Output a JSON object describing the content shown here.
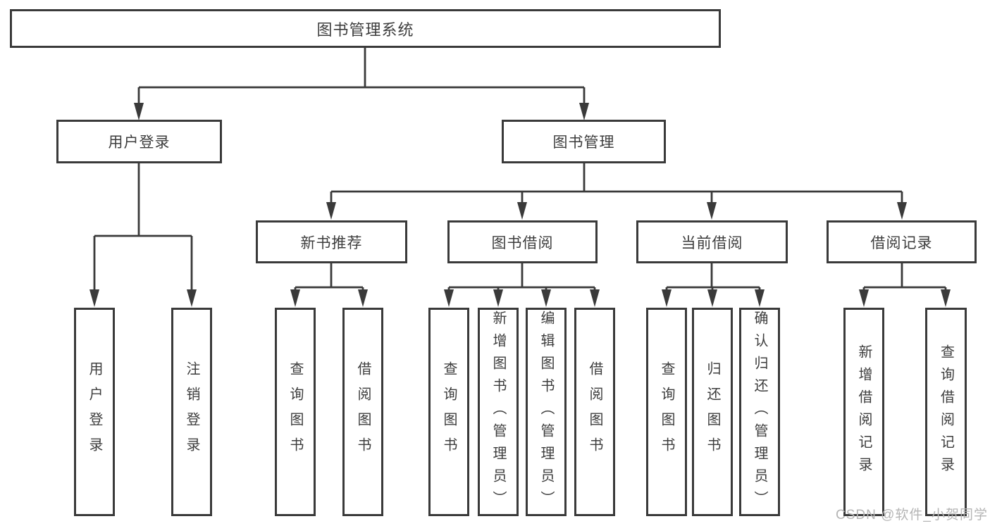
{
  "root": {
    "label": "图书管理系统"
  },
  "branches": {
    "user_login": {
      "label": "用户登录",
      "leaves": [
        "用户登录",
        "注销登录"
      ]
    },
    "book_mgmt": {
      "label": "图书管理"
    }
  },
  "modules": {
    "new_books": {
      "label": "新书推荐",
      "leaves": [
        "查询图书",
        "借阅图书"
      ]
    },
    "borrow": {
      "label": "图书借阅",
      "leaves": [
        "查询图书",
        "新增图书（管理员）",
        "编辑图书（管理员）",
        "借阅图书"
      ]
    },
    "current": {
      "label": "当前借阅",
      "leaves": [
        "查询图书",
        "归还图书",
        "确认归还（管理员）"
      ]
    },
    "records": {
      "label": "借阅记录",
      "leaves": [
        "新增借阅记录",
        "查询借阅记录"
      ]
    }
  },
  "watermark": {
    "text": "CSDN @软件_小贺同学"
  },
  "colors": {
    "line": "#3a3a3a",
    "text": "#3d3d3d",
    "box_bg": "#ffffff",
    "watermark": "#b5b5b5"
  }
}
